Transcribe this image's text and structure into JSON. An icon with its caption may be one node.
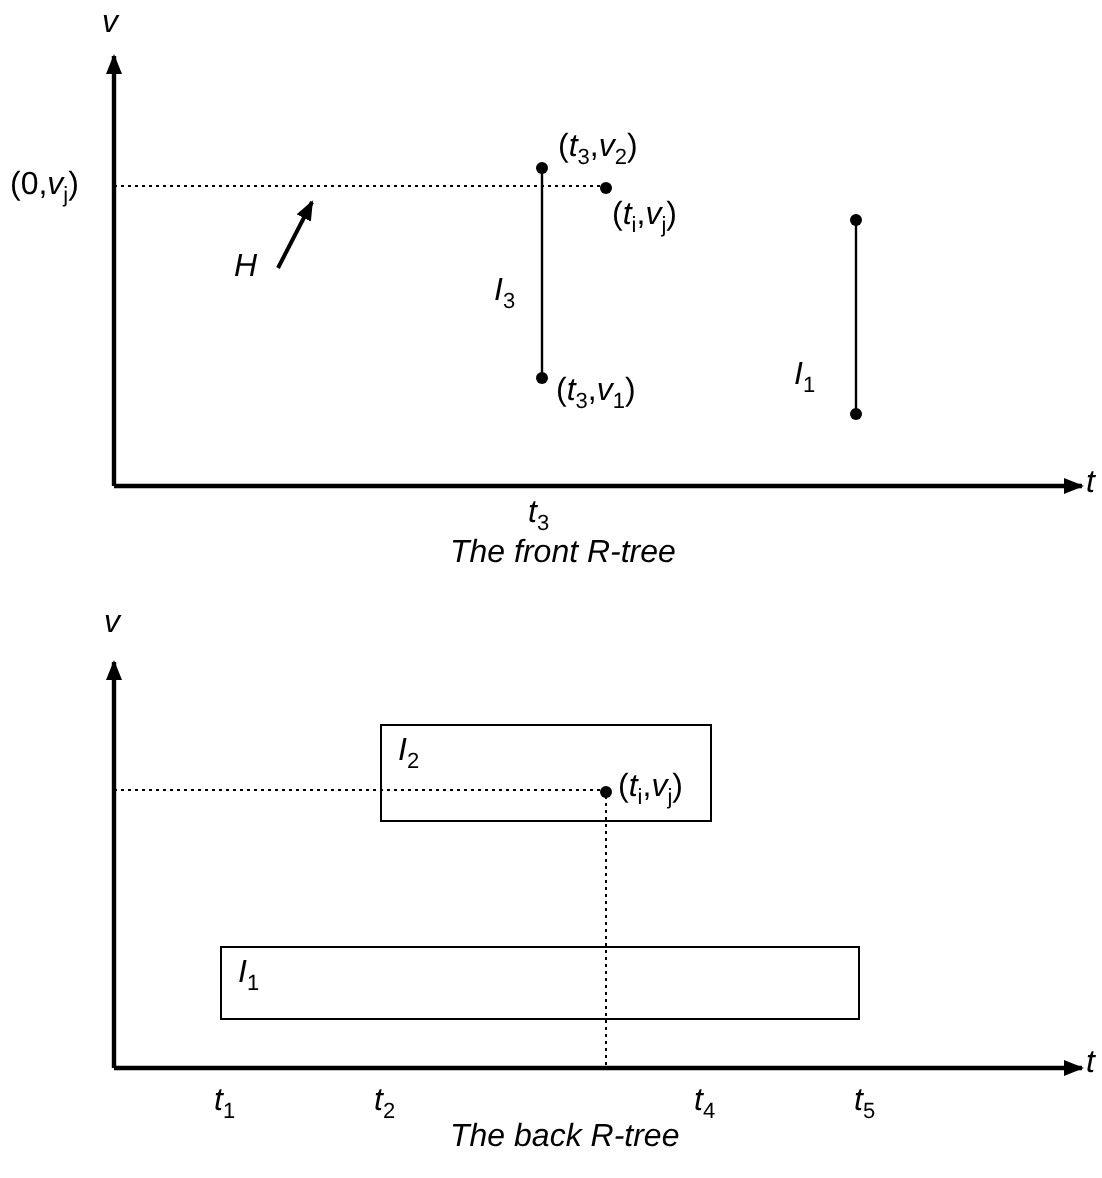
{
  "diagram": {
    "nodes": [
      {
        "text": [
          "*I*$_{2}$"
        ]
      },
      {
        "text": [
          "*I*$_{1}$"
        ]
      }
    ],
    "labels": [
      "v",
      "(*t*$_{3}$,*v*$_{2}$)",
      "(0,*v*$_{j}$)",
      "(*t*$_{i}$,*v*$_{j}$)",
      "H",
      "*I*$_{3}$",
      "*I*$_{1}$",
      "(*t*$_{3}$,*v*$_{1}$)",
      "t",
      "*t*$_{3}$",
      "The front R-tree",
      "v",
      "(*t*$_{i}$,*v*$_{j}$)",
      "t",
      "*t*$_{1}$",
      "*t*$_{2}$",
      "*t*$_{4}$",
      "*t*$_{5}$",
      "The back R-tree"
    ]
  }
}
